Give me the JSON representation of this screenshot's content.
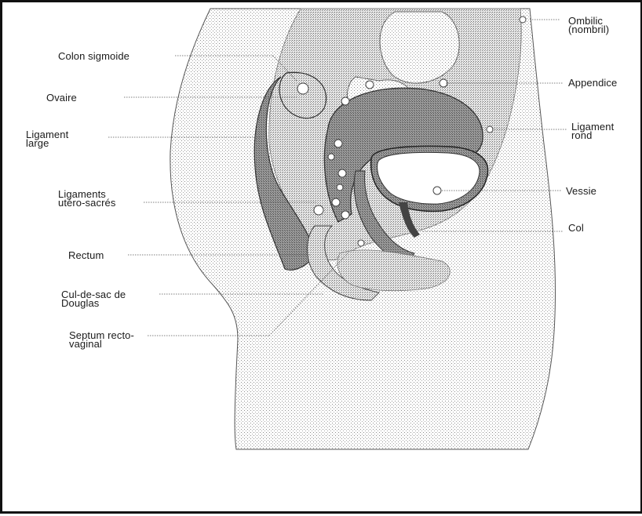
{
  "labels": {
    "colon_sigmoide": "Colon sigmoide",
    "ovaire": "Ovaire",
    "ligament_large": "Ligament\nlarge",
    "ligaments_utero_sacres": "Ligaments\nutéro-sacrés",
    "rectum": "Rectum",
    "cul_de_sac": "Cul-de-sac de\nDouglas",
    "septum": "Septum recto-\nvaginal",
    "ombilic": "Ombilic\n(nombril)",
    "appendice": "Appendice",
    "ligament_rond": "Ligament\nrond",
    "vessie": "Vessie",
    "col": "Col"
  },
  "colors": {
    "outline": "#333333",
    "stipple_light": "#d6d6d6",
    "stipple_dark": "#8a8a8a",
    "organ_dark": "#6e6e6e",
    "leader": "#555555"
  }
}
